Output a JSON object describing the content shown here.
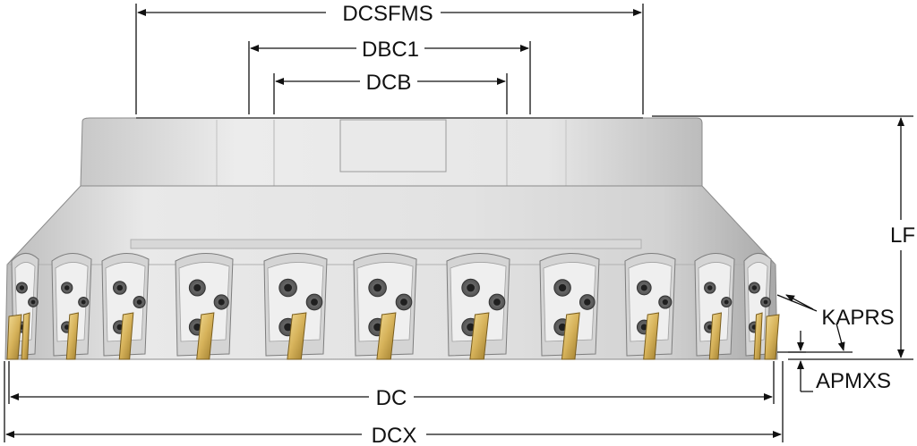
{
  "dimensions": {
    "dcsfms": "DCSFMS",
    "dbc1": "DBC1",
    "dcb": "DCB",
    "lf": "LF",
    "kaprs": "KAPRS",
    "apmxs": "APMXS",
    "dc": "DC",
    "dcx": "DCX"
  },
  "colors": {
    "body_light": "#e4e4e4",
    "body_mid": "#c9c9c9",
    "body_dark": "#9a9a9a",
    "insert_gold": "#d6b25a",
    "dimension_line": "#111111"
  },
  "icons": {
    "screw": "torx-screw-icon"
  }
}
